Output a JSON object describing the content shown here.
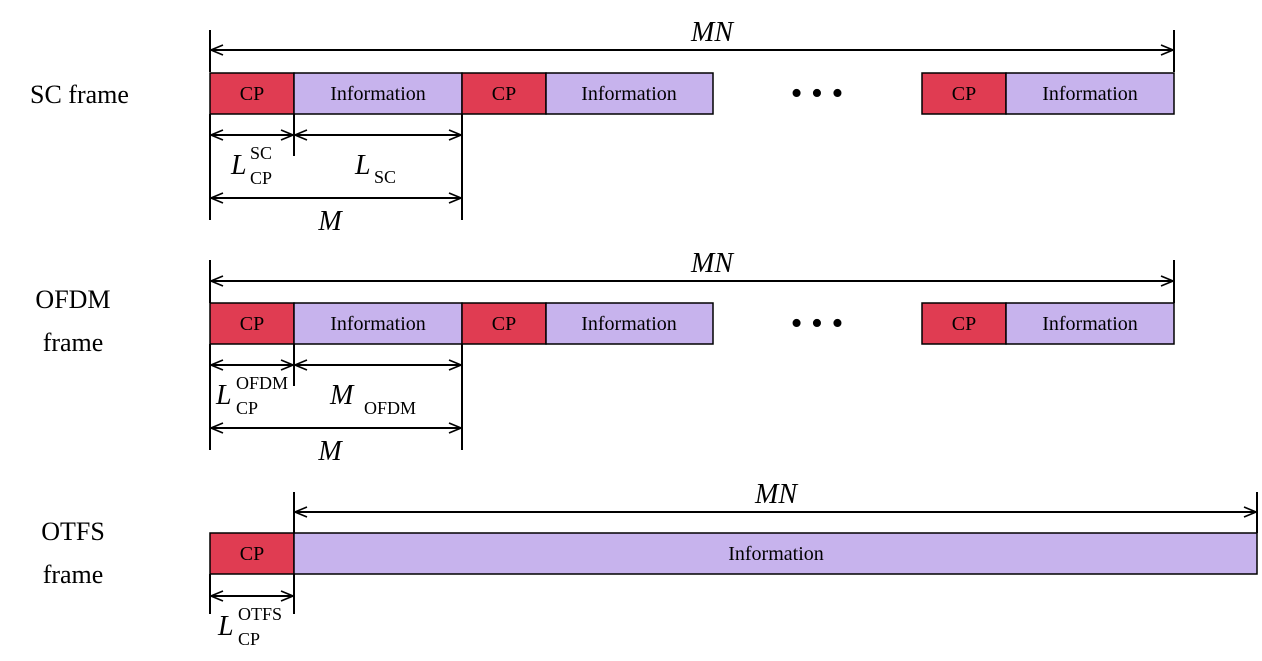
{
  "colors": {
    "cp_fill": "#e03c52",
    "info_fill": "#c7b3ed",
    "stroke": "#000000"
  },
  "frames": [
    {
      "id": "sc",
      "label_lines": [
        "SC frame"
      ],
      "cp_label": "CP",
      "info_label": "Information",
      "total_label": "MN",
      "ellipsis": "• • •",
      "cp_len_main": "L",
      "cp_len_sup": "SC",
      "cp_len_sub": "CP",
      "info_len_main": "L",
      "info_len_sub": "SC",
      "period_label": "M"
    },
    {
      "id": "ofdm",
      "label_lines": [
        "OFDM",
        "frame"
      ],
      "cp_label": "CP",
      "info_label": "Information",
      "total_label": "MN",
      "ellipsis": "• • •",
      "cp_len_main": "L",
      "cp_len_sup": "OFDM",
      "cp_len_sub": "CP",
      "info_len_main": "M",
      "info_len_sub": "OFDM",
      "period_label": "M"
    },
    {
      "id": "otfs",
      "label_lines": [
        "OTFS",
        "frame"
      ],
      "cp_label": "CP",
      "info_label": "Information",
      "total_label": "MN",
      "cp_len_main": "L",
      "cp_len_sup": "OTFS",
      "cp_len_sub": "CP"
    }
  ]
}
